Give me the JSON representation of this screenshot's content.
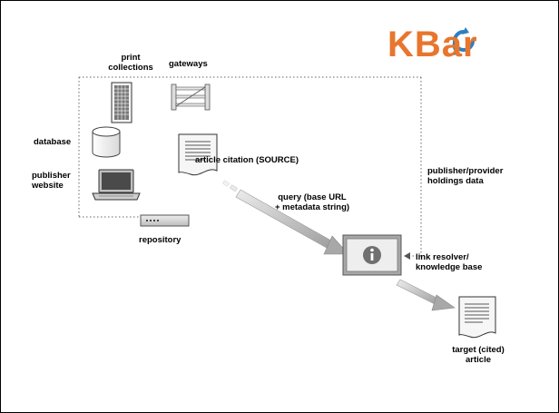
{
  "logo": {
    "text": "KBar",
    "color": "#e8762d",
    "accent_color": "#2f7fbf",
    "icon": "refresh-arrows-icon"
  },
  "labels": {
    "print_collections": [
      "print",
      "collections"
    ],
    "gateways": "gateways",
    "database": "database",
    "publisher_website": [
      "publisher",
      "website"
    ],
    "repository": "repository",
    "article_citation": "article citation (SOURCE)",
    "query": [
      "query (base URL",
      "+ metadata string)"
    ],
    "holdings": [
      "publisher/provider",
      "holdings data"
    ],
    "link_resolver": [
      "link resolver/",
      "knowledge base"
    ],
    "target": [
      "target (cited)",
      "article"
    ]
  },
  "icons": {
    "server": "server-rack-icon",
    "gateway": "gate-icon",
    "database": "database-cylinder-icon",
    "laptop": "laptop-icon",
    "repository": "storage-box-icon",
    "source_document": "document-icon",
    "resolver": "info-icon",
    "target_document": "document-icon"
  }
}
